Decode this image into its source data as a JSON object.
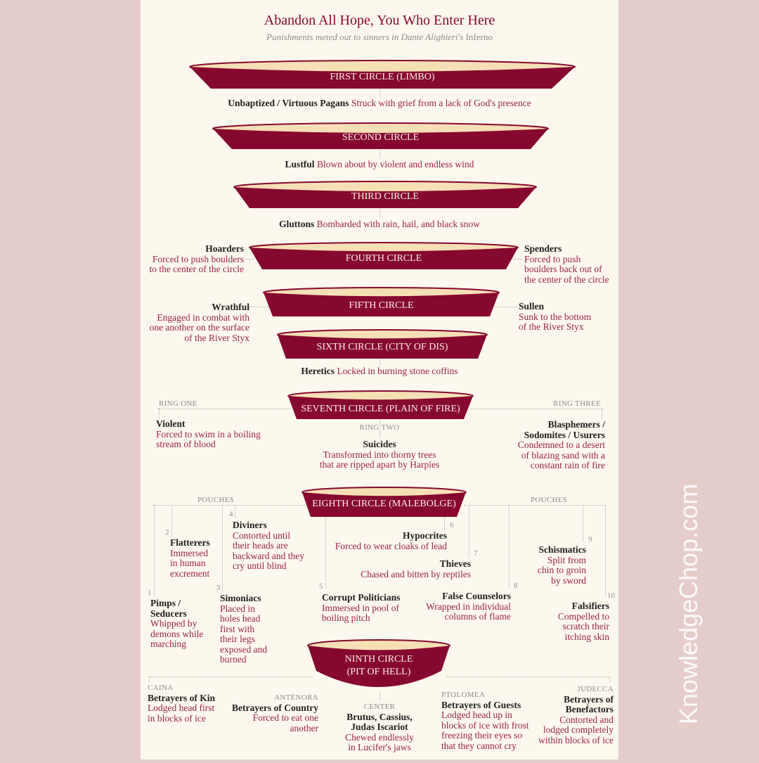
{
  "title": "Abandon All Hope, You Who Enter Here",
  "subtitle_italic": "Punishments meted out to sinners in Dante Alighieri's",
  "subtitle_plain": " Inferno",
  "circles": [
    {
      "label": "FIRST CIRCLE (LIMBO)"
    },
    {
      "label": "SECOND CIRCLE"
    },
    {
      "label": "THIRD CIRCLE"
    },
    {
      "label": "FOURTH CIRCLE"
    },
    {
      "label": "FIFTH CIRCLE"
    },
    {
      "label": "SIXTH CIRCLE (CITY OF DIS)"
    },
    {
      "label": "SEVENTH CIRCLE (PLAIN OF FIRE)"
    },
    {
      "label": "EIGHTH CIRCLE (MALEBOLGE)"
    },
    {
      "label": "NINTH CIRCLE\n(PIT OF HELL)"
    }
  ],
  "c1": {
    "sinner": "Unbaptized / Virtuous Pagans",
    "punishment": "Struck with grief from a lack of God's presence"
  },
  "c2": {
    "sinner": "Lustful",
    "punishment": "Blown about by violent and endless wind"
  },
  "c3": {
    "sinner": "Gluttons",
    "punishment": "Bombarded with rain, hail, and black snow"
  },
  "c4": {
    "left": {
      "sinner": "Hoarders",
      "punishment": "Forced to push boulders\nto the center of the circle"
    },
    "right": {
      "sinner": "Spenders",
      "punishment": "Forced to push\nboulders back out of\nthe center of the circle"
    }
  },
  "c5": {
    "left": {
      "sinner": "Wrathful",
      "punishment": "Engaged in combat with\none another on the surface\nof the River Styx"
    },
    "right": {
      "sinner": "Sullen",
      "punishment": "Sunk to the bottom\nof the River Styx"
    }
  },
  "c6": {
    "sinner": "Heretics",
    "punishment": "Locked in burning stone coffins"
  },
  "c7": {
    "ring1": {
      "ring": "RING ONE",
      "sinner": "Violent",
      "punishment": "Forced to swim in a boiling\nstream of blood"
    },
    "ring2": {
      "ring": "RING TWO",
      "sinner": "Suicides",
      "punishment": "Transformed into thorny trees\nthat are ripped apart by Harpies"
    },
    "ring3": {
      "ring": "RING THREE",
      "sinner": "Blasphemers /\nSodomites / Usurers",
      "punishment": "Condemned to a desert\nof blazing sand with a\nconstant rain of fire"
    }
  },
  "c8": {
    "pouches_label": "POUCHES",
    "pouches": [
      {
        "num": "1",
        "sinner": "Pimps /\nSeducers",
        "punishment": "Whipped by\ndemons while\nmarching"
      },
      {
        "num": "2",
        "sinner": "Flatterers",
        "punishment": "Immersed\nin human\nexcrement"
      },
      {
        "num": "3",
        "sinner": "Simoniacs",
        "punishment": "Placed in\nholes head\nfirst with\ntheir legs\nexposed and\nburned"
      },
      {
        "num": "4",
        "sinner": "Diviners",
        "punishment": "Contorted until\ntheir heads are\nbackward and they\ncry until blind"
      },
      {
        "num": "5",
        "sinner": "Corrupt Politicians",
        "punishment": "Immersed in pool of\nboiling pitch"
      },
      {
        "num": "6",
        "sinner": "Hypocrites",
        "punishment": "Forced to wear cloaks of lead"
      },
      {
        "num": "7",
        "sinner": "Thieves",
        "punishment": "Chased and bitten by reptiles"
      },
      {
        "num": "8",
        "sinner": "False Counselors",
        "punishment": "Wrapped in individual\ncolumns of flame"
      },
      {
        "num": "9",
        "sinner": "Schismatics",
        "punishment": "Split from\nchin to groin\nby sword"
      },
      {
        "num": "10",
        "sinner": "Falsifiers",
        "punishment": "Compelled to\nscratch their\nitching skin"
      }
    ]
  },
  "c9": {
    "caina": {
      "zone": "CAINA",
      "sinner": "Betrayers of Kin",
      "punishment": "Lodged head first\nin blocks of ice"
    },
    "antenora": {
      "zone": "ANTENORA",
      "sinner": "Betrayers of Country",
      "punishment": "Forced to eat one\nanother"
    },
    "center": {
      "zone": "CENTER",
      "sinner": "Brutus, Cassius,\nJudas Iscariot",
      "punishment": "Chewed endlessly\nin Lucifer's jaws"
    },
    "ptolomea": {
      "zone": "PTOLOMEA",
      "sinner": "Betrayers of Guests",
      "punishment": "Lodged head up in\nblocks of ice with frost\nfreezing their eyes so\nthat they cannot cry"
    },
    "judecca": {
      "zone": "JUDECCA",
      "sinner": "Betrayers of\nBenefactors",
      "punishment": "Contorted and\nlodged completely\nwithin blocks of ice"
    }
  },
  "watermark": "KnowledgeChop.com",
  "colors": {
    "bowl": "#86082e",
    "bowl_inner": "#f5dfb5",
    "punishment": "#9b2145",
    "panel": "#fcf8ee",
    "background": "#e6cdcb"
  }
}
